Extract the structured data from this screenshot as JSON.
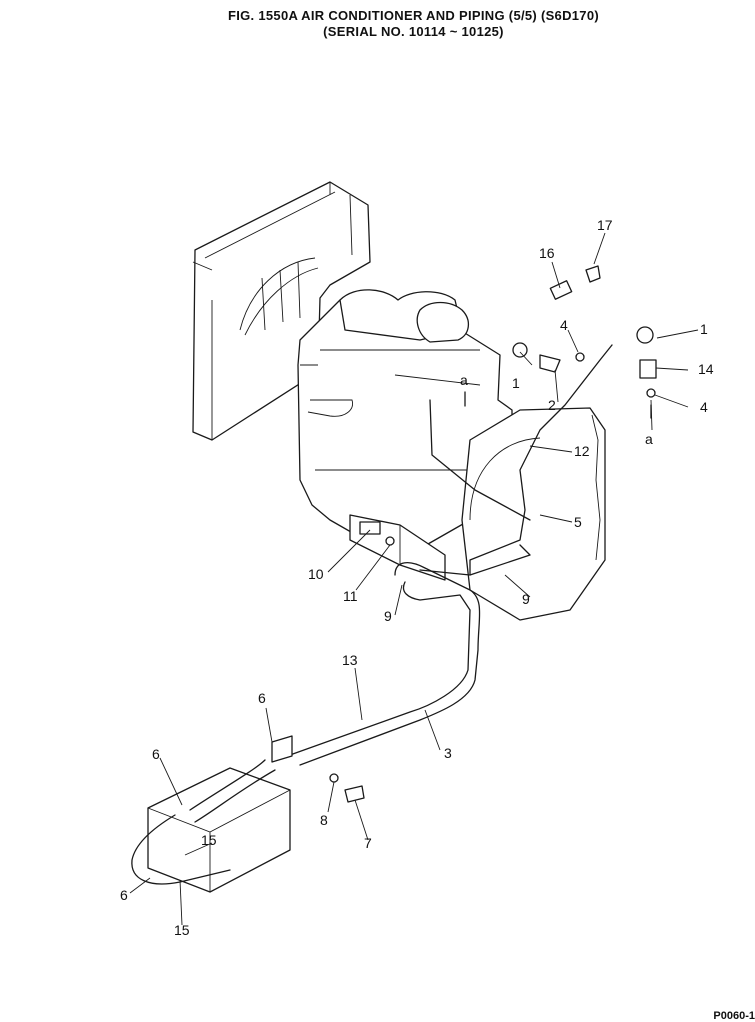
{
  "title": {
    "line1": "FIG. 1550A   AIR CONDITIONER AND PIPING (5/5) (S6D170)",
    "line2": "(SERIAL NO. 10114 ~ 10125)"
  },
  "callouts": {
    "c1a": "1",
    "c1b": "1",
    "c2": "2",
    "c3": "3",
    "c4a": "4",
    "c4b": "4",
    "c5": "5",
    "c6a": "6",
    "c6b": "6",
    "c6c": "6",
    "c7": "7",
    "c8": "8",
    "c9a": "9",
    "c9b": "9",
    "c10": "10",
    "c11": "11",
    "c12": "12",
    "c13": "13",
    "c14": "14",
    "c15a": "15",
    "c15b": "15",
    "c16": "16",
    "c17": "17",
    "ra1": "a",
    "ra2": "a"
  },
  "drawing_code": "P0060-1"
}
